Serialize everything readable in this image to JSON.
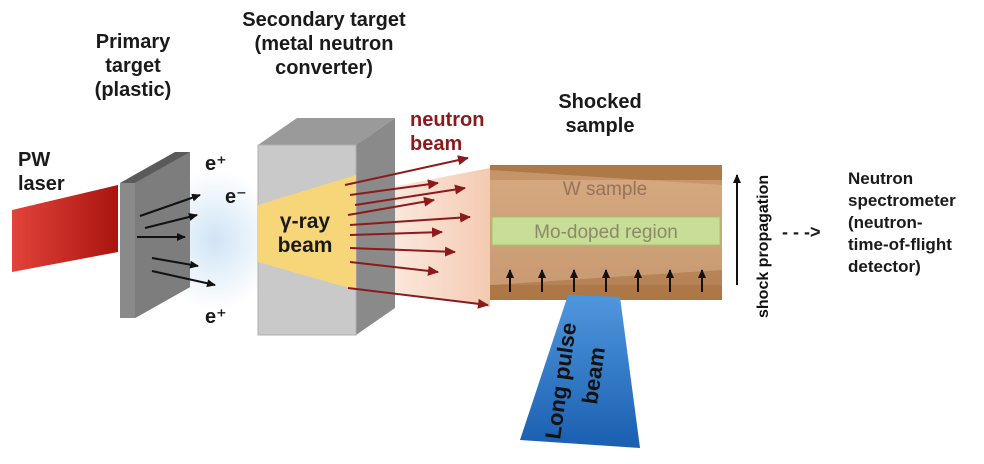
{
  "labels": {
    "primary_target_1": "Primary",
    "primary_target_2": "target",
    "primary_target_3": "(plastic)",
    "secondary_target_1": "Secondary target",
    "secondary_target_2": "(metal neutron",
    "secondary_target_3": "converter)",
    "pw_laser_1": "PW",
    "pw_laser_2": "laser",
    "neutron_beam_1": "neutron",
    "neutron_beam_2": "beam",
    "shocked_sample_1": "Shocked",
    "shocked_sample_2": "sample",
    "gamma_ray_1": "γ-ray",
    "gamma_ray_2": "beam",
    "e_plus_top": "e⁺",
    "e_minus": "e⁻",
    "e_plus_bottom": "e⁺",
    "w_sample": "W sample",
    "mo_doped": "Mo-doped region",
    "shock_propagation": "shock propagation",
    "long_pulse_1": "Long pulse",
    "long_pulse_2": "beam",
    "dashed_arrow": "- - ->",
    "spectrometer_1": "Neutron",
    "spectrometer_2": "spectrometer",
    "spectrometer_3": "(neutron-",
    "spectrometer_4": "time-of-flight",
    "spectrometer_5": "detector)"
  },
  "colors": {
    "laser": "#c8231b",
    "target_face": "#808080",
    "converter_front": "#c8c8c8",
    "gamma_glow": "#f6d77a",
    "electron_glow": "#bcd8ee",
    "neutron_arrow": "#8b1a1a",
    "sample_body": "#b8875a",
    "mo_region": "#b8e090",
    "long_pulse": "#1d6fc2"
  }
}
